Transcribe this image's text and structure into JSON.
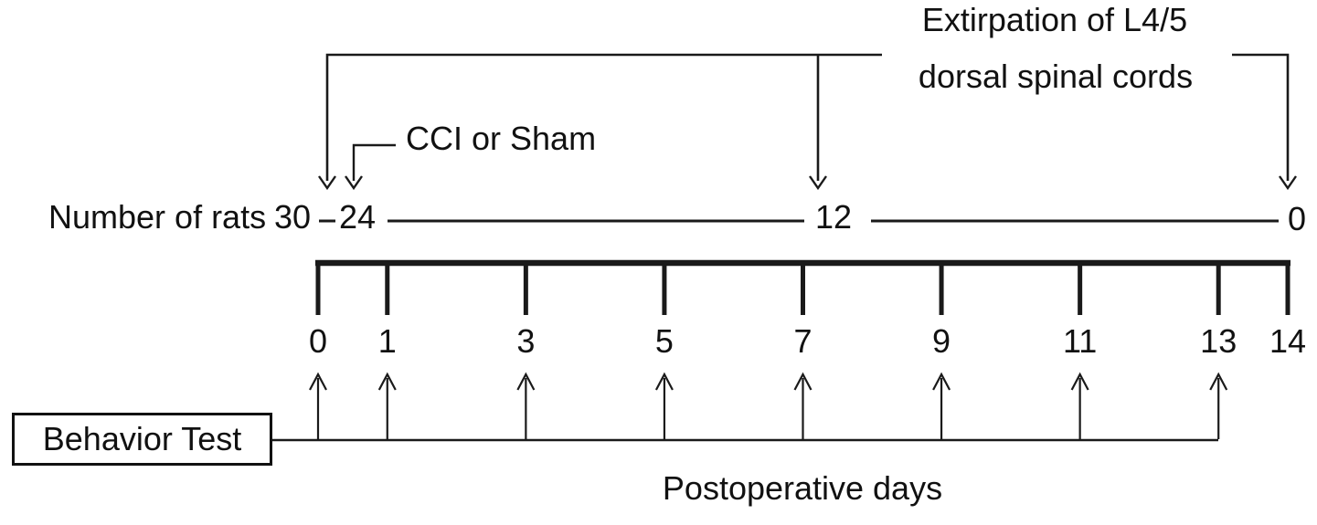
{
  "figure": {
    "extirpation_label": {
      "line1": "Extirpation of L4/5",
      "line2": "dorsal spinal cords"
    },
    "cci_label": "CCI or Sham",
    "rats": {
      "label": "Number of rats",
      "count_start": "30",
      "count_after_cci": "24",
      "count_after_first_extirpation": "12",
      "count_final": "0"
    },
    "timeline": {
      "days": [
        0,
        1,
        3,
        5,
        7,
        9,
        11,
        13,
        14
      ],
      "behavior_test_days": [
        0,
        1,
        3,
        5,
        7,
        9,
        11,
        13
      ]
    },
    "behavior_test_label": "Behavior Test",
    "axis_label": "Postoperative days",
    "colors": {
      "ink": "#1a1a1a",
      "background": "#ffffff"
    }
  }
}
